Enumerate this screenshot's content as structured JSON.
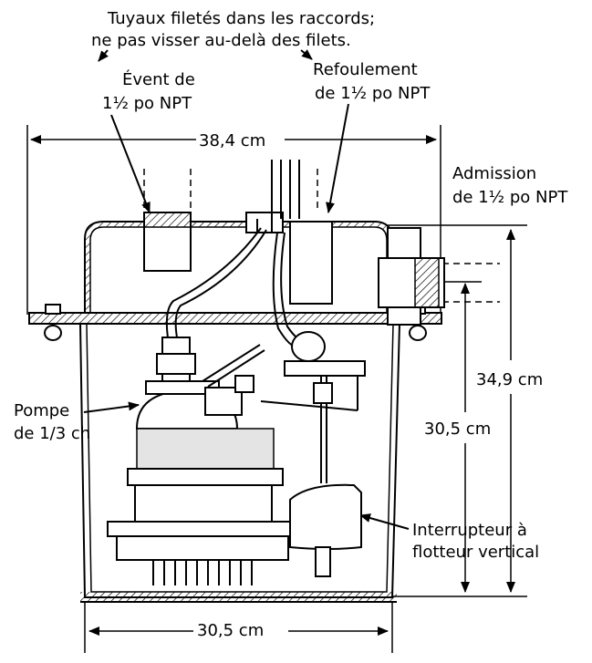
{
  "labels": {
    "note_line1": "Tuyaux filetés dans les raccords;",
    "note_line2": "ne pas visser au-delà des filets.",
    "vent_line1": "Évent de",
    "vent_line2": "1½ po NPT",
    "discharge_line1": "Refoulement",
    "discharge_line2": "de 1½ po NPT",
    "inlet_line1": "Admission",
    "inlet_line2": "de 1½ po NPT",
    "pump_line1": "Pompe",
    "pump_line2": "de 1/3 ch",
    "switch_line1": "Interrupteur à",
    "switch_line2": "flotteur vertical"
  },
  "dimensions": {
    "top_width": "38,4 cm",
    "bottom_width": "30,5 cm",
    "total_height": "34,9 cm",
    "inlet_height": "30,5 cm"
  },
  "icons": [
    "arrow-icon",
    "dimension-arrow-icon"
  ]
}
